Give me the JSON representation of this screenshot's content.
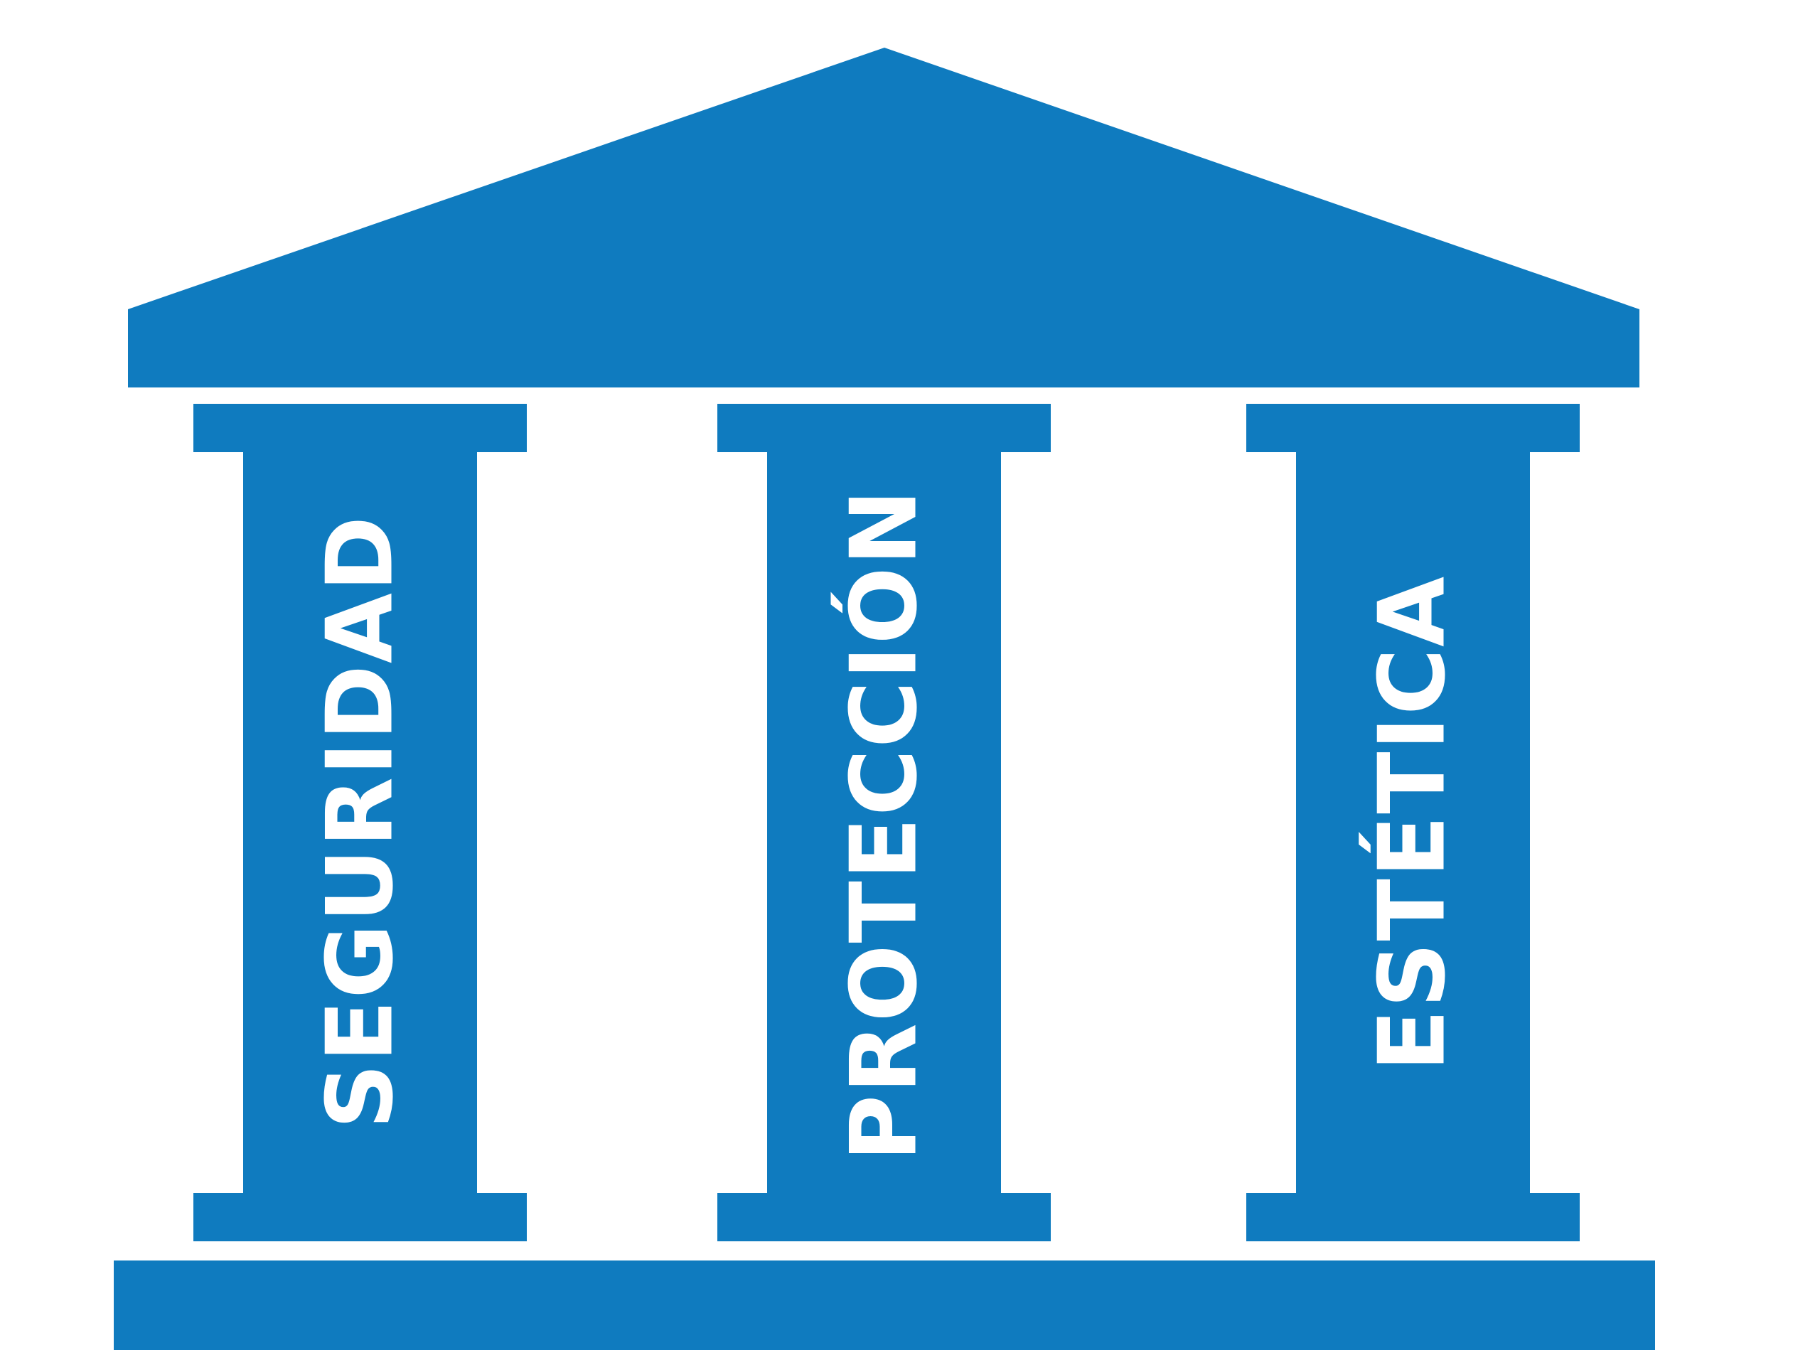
{
  "colors": {
    "structure": "#0f7bbf",
    "label_text": "#ffffff",
    "background": "#ffffff"
  },
  "pillars": [
    {
      "label": "SEGURIDAD"
    },
    {
      "label": "PROTECCIÓN"
    },
    {
      "label": "ESTÉTICA"
    }
  ]
}
